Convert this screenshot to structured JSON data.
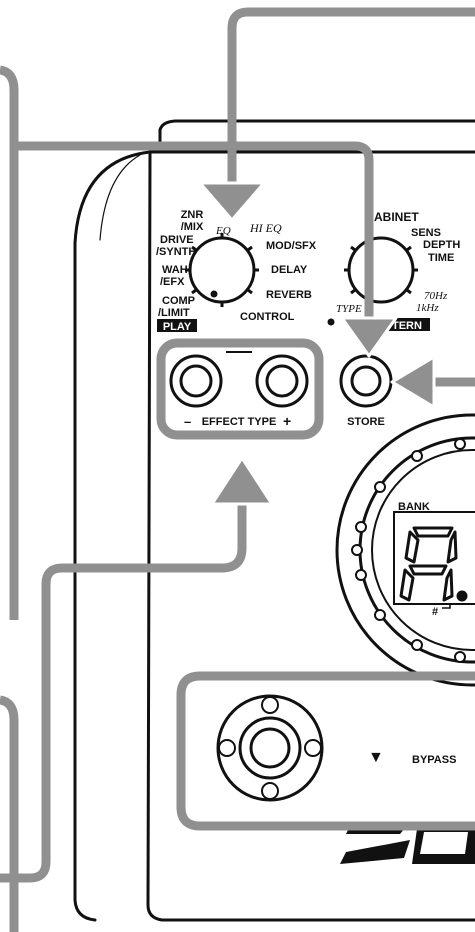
{
  "colors": {
    "callout_gray": "#909090",
    "outline": "#111111",
    "background": "#ffffff"
  },
  "mode_knob": {
    "labels": {
      "znr_mix": "ZNR\n/MIX",
      "drive_synth": "DRIVE\n/SYNTH",
      "wah_efx": "WAH\n/EFX",
      "comp_limit": "COMP\n/LIMIT",
      "lo_eq": "EQ",
      "hi_eq": "HI EQ",
      "mod_sfx": "MOD/SFX",
      "delay": "DELAY",
      "reverb": "REVERB",
      "control": "CONTROL",
      "play": "PLAY"
    }
  },
  "param_knob": {
    "labels": {
      "cabinet": "ABINET",
      "sens": "SENS",
      "depth": "DEPTH",
      "time": "TIME",
      "hz70": "70Hz",
      "khz1": "1kHz",
      "type": "TYPE",
      "pattern": "TERN"
    }
  },
  "effect_type": {
    "minus": "–",
    "label": "EFFECT TYPE",
    "plus": "+"
  },
  "store": {
    "label": "STORE"
  },
  "display": {
    "bank_label": "BANK",
    "bank_value": "A",
    "sharp_label": "#"
  },
  "footswitch": {
    "down_arrow": "▼",
    "bypass_label": "BYPASS"
  },
  "icons": [
    "arrow-down-icon",
    "arrow-left-icon",
    "arrow-up-icon",
    "arrow-right-icon"
  ]
}
